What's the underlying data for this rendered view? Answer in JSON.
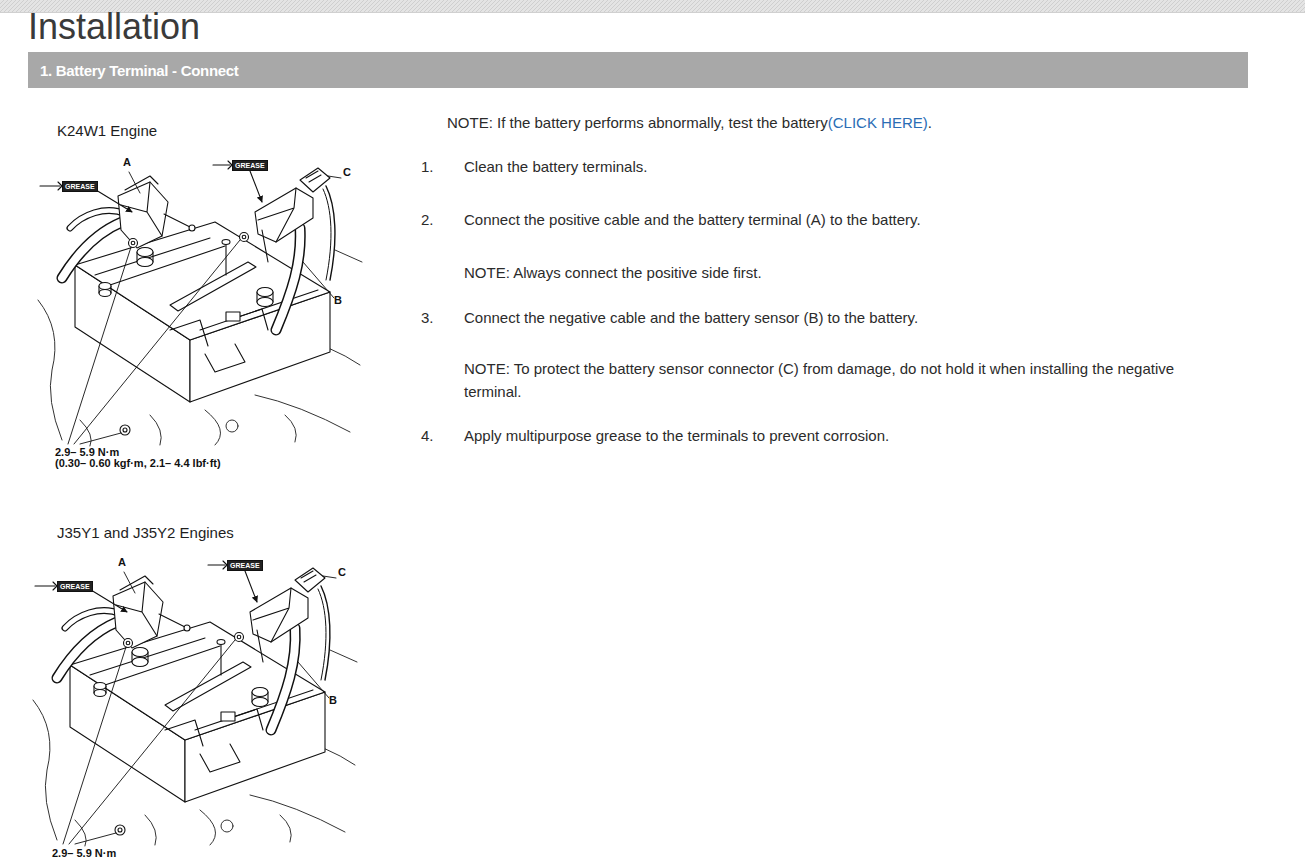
{
  "diagram": {
    "title": "Installation",
    "nodes": [
      {
        "text": [
          "1. Battery Terminal - Connect"
        ]
      }
    ],
    "labels": [
      "K24W1 Engine",
      "A",
      "GREASE",
      "GREASE",
      "C",
      "B",
      "2.9– 5.9 N·m",
      "(0.30– 0.60 kgf·m, 2.1– 4.4 lbf·ft)",
      "J35Y1 and J35Y2 Engines",
      "A",
      "GREASE",
      "GREASE",
      "C",
      "B",
      "2.9– 5.9 N·m",
      "NOTE: If the battery performs abnormally, test the battery",
      "(CLICK HERE)",
      ".",
      "1.",
      "Clean the battery terminals.",
      "2.",
      "Connect the positive cable and the battery terminal (A) to the battery.",
      "NOTE: Always connect the positive side first.",
      "3.",
      "Connect the negative cable and the battery sensor (B) to the battery.",
      "NOTE: To protect the battery sensor connector (C) from damage, do not hold it when installing the negative terminal.",
      "4.",
      "Apply multipurpose grease to the terminals to prevent corrosion."
    ]
  }
}
